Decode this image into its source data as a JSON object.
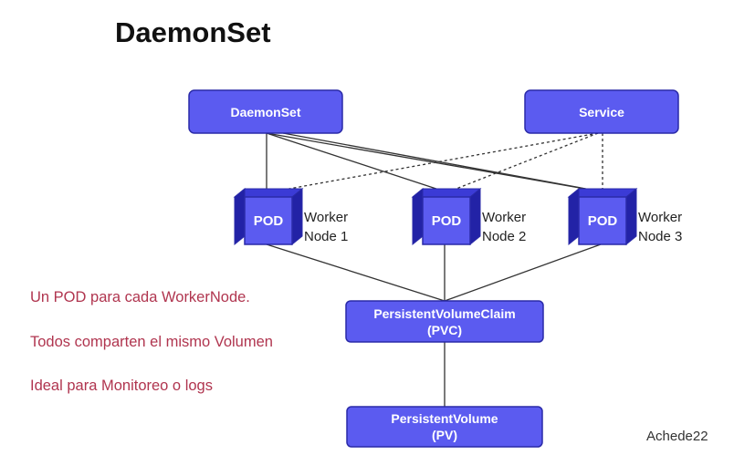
{
  "title": "DaemonSet",
  "colors": {
    "box_fill": "#5b5bf0",
    "box_stroke": "#2a2aa8",
    "cube_top": "#3b3bd6",
    "cube_side": "#2222a6",
    "note_text": "#b0354f"
  },
  "nodes": {
    "daemonset": "DaemonSet",
    "service": "Service",
    "pvc_line1": "PersistentVolumeClaim",
    "pvc_line2": "(PVC)",
    "pv_line1": "PersistentVolume",
    "pv_line2": "(PV)"
  },
  "pods": [
    {
      "label": "POD",
      "worker_line1": "Worker",
      "worker_line2": "Node 1"
    },
    {
      "label": "POD",
      "worker_line1": "Worker",
      "worker_line2": "Node 2"
    },
    {
      "label": "POD",
      "worker_line1": "Worker",
      "worker_line2": "Node 3"
    }
  ],
  "notes": [
    "Un POD para cada WorkerNode.",
    "Todos comparten el mismo Volumen",
    "Ideal para Monitoreo o logs"
  ],
  "credit": "Achede22"
}
